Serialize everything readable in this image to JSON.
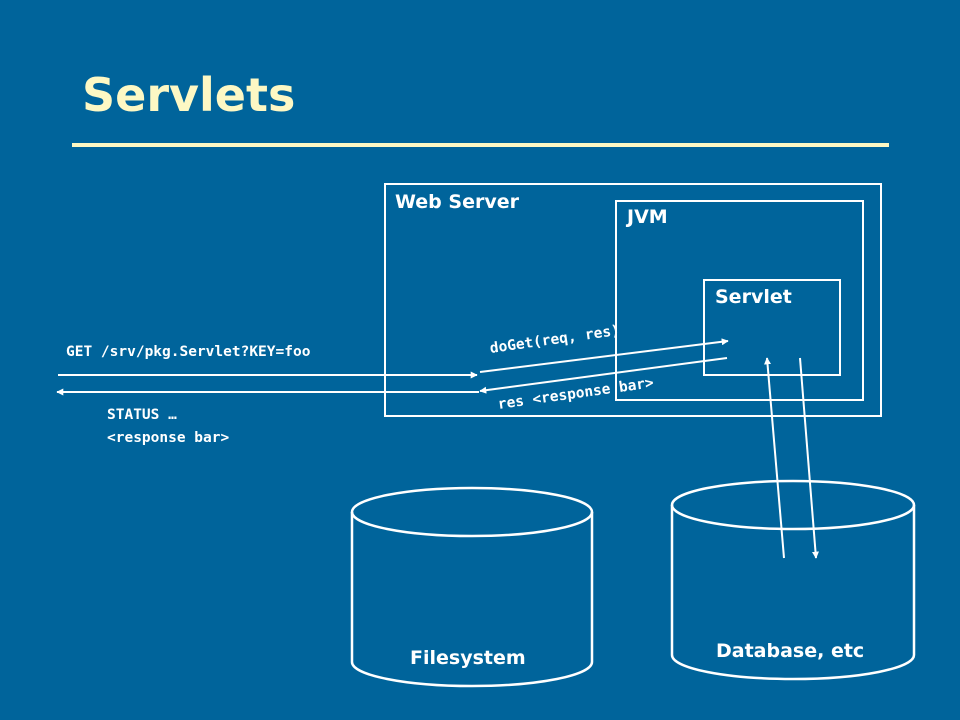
{
  "slide": {
    "title": "Servlets"
  },
  "diagram": {
    "web_server_label": "Web Server",
    "jvm_label": "JVM",
    "servlet_label": "Servlet",
    "request_text": "GET /srv/pkg.Servlet?KEY=foo",
    "response_status": "STATUS …",
    "response_body": "<response bar>",
    "doget_text": "doGet(req, res)",
    "res_text": "res <response bar>",
    "filesystem_label": "Filesystem",
    "database_label": "Database, etc"
  },
  "colors": {
    "background": "#00649b",
    "title": "#fdf8c4",
    "foreground": "#ffffff"
  }
}
